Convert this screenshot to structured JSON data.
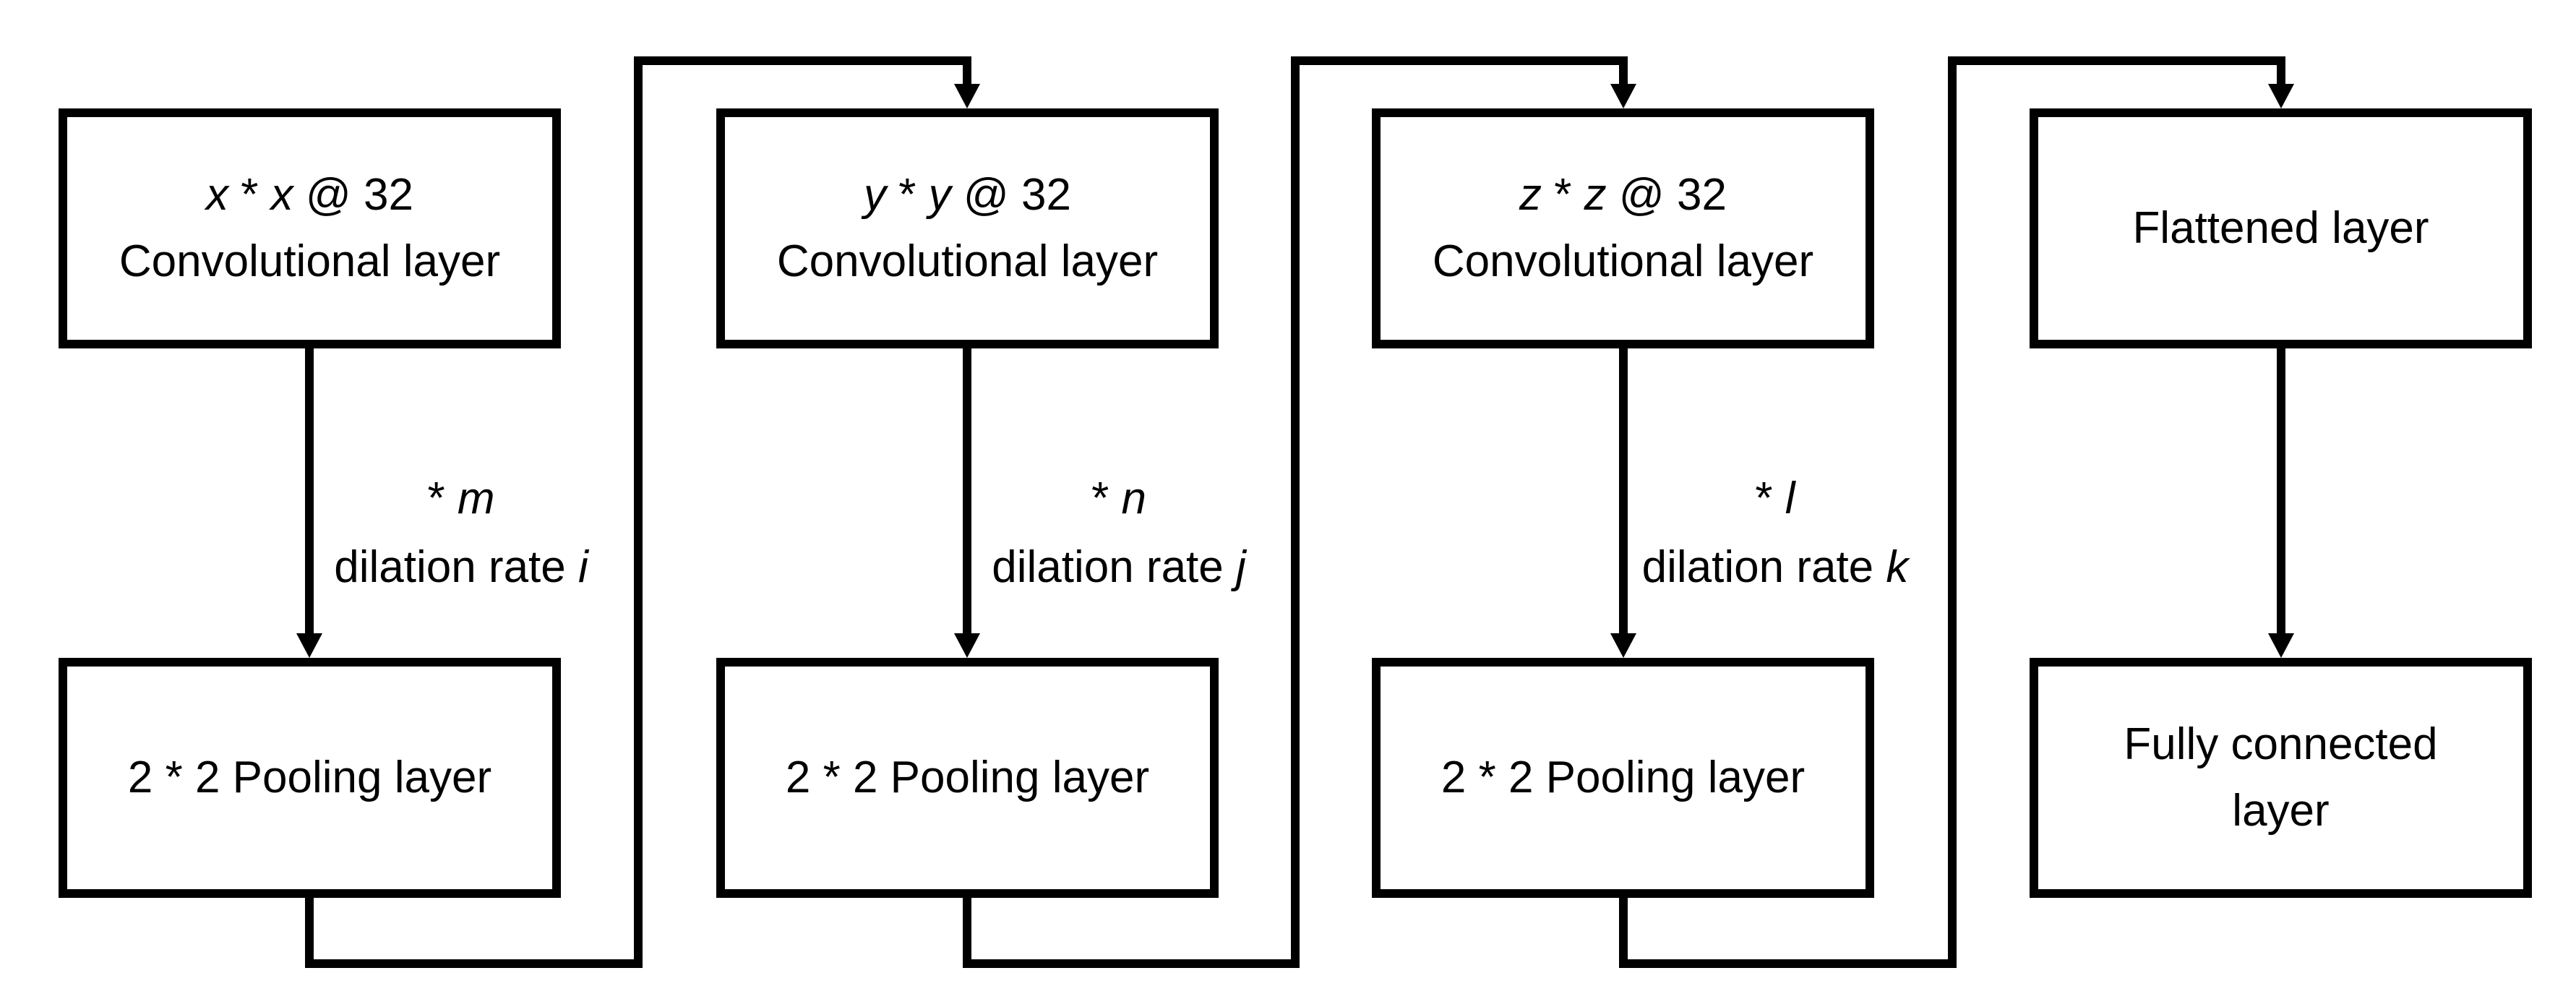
{
  "colors": {
    "background": "#ffffff",
    "line": "#000000",
    "text": "#000000"
  },
  "columns": [
    {
      "top_box": {
        "l1a": "x",
        "l1b": " * ",
        "l1c": "x",
        "l1d": " @ 32",
        "l2": "Convolutional layer"
      },
      "arrow_label": {
        "l1a": "* ",
        "l1b": "m",
        "l2a": "dilation rate ",
        "l2b": "i"
      },
      "bottom_box": {
        "l1": "2 * 2 Pooling layer"
      }
    },
    {
      "top_box": {
        "l1a": "y",
        "l1b": " * ",
        "l1c": "y",
        "l1d": " @ 32",
        "l2": "Convolutional layer"
      },
      "arrow_label": {
        "l1a": "* ",
        "l1b": "n",
        "l2a": "dilation rate ",
        "l2b": "j"
      },
      "bottom_box": {
        "l1": "2 * 2 Pooling layer"
      }
    },
    {
      "top_box": {
        "l1a": "z",
        "l1b": " * ",
        "l1c": "z",
        "l1d": " @ 32",
        "l2": "Convolutional layer"
      },
      "arrow_label": {
        "l1a": "* ",
        "l1b": "l",
        "l2a": "dilation rate ",
        "l2b": "k"
      },
      "bottom_box": {
        "l1": "2 * 2 Pooling layer"
      }
    },
    {
      "top_box": {
        "l1": "Flattened layer"
      },
      "bottom_box": {
        "l1": "Fully connected",
        "l2": "layer"
      }
    }
  ]
}
